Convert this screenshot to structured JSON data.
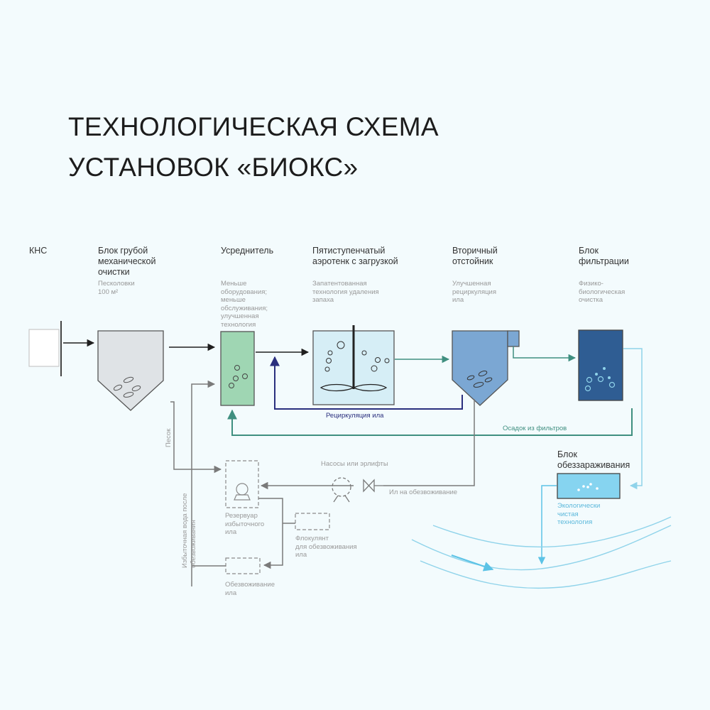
{
  "title": {
    "line1": "ТЕХНОЛОГИЧЕСКАЯ СХЕМА",
    "line2": "УСТАНОВОК «БИОКС»"
  },
  "stages": {
    "kns": {
      "label": "КНС"
    },
    "mech": {
      "label": "Блок грубой\nмеханической\nочистки",
      "note": "Песколовки\n100 м²"
    },
    "equalizer": {
      "label": "Усреднитель",
      "note": "Меньше\nоборудования;\nменьше\nобслуживания;\nулучшенная\nтехнология"
    },
    "aerotank": {
      "label": "Пятиступенчатый\nаэротенк с загрузкой",
      "note": "Запатентованная\nтехнология удаления\nзапаха"
    },
    "secondary": {
      "label": "Вторичный\nотстойник",
      "note": "Улучшенная\nрециркуляция\nила"
    },
    "filtration": {
      "label": "Блок\nфильтрации",
      "note": "Физико-\nбиологическая\nочистка"
    },
    "disinfection": {
      "label": "Блок\nобеззараживания",
      "note": "Экологически\nчистая\nтехнология"
    }
  },
  "flows": {
    "recirculation": "Рециркуляция ила",
    "filter_sediment": "Осадок из фильтров",
    "sand": "Песок",
    "pumps": "Насосы или эрлифты",
    "sludge_dewatering": "Ил на обезвоживание",
    "reservoir": "Резервуар\nизбыточного\nила",
    "flocculant": "Флокулянт\nдля обезвоживания\nила",
    "dewatering": "Обезвоживание\nила",
    "water_after": "Избыточная вода после\nобезвоживания"
  },
  "colors": {
    "black_flow": "#1f1f1f",
    "recirculation": "#2a2f7e",
    "green_flow": "#3f8f80",
    "gray_flow": "#7a7a7a",
    "light_blue": "#8fd3ea",
    "mech_fill": "#dfe3e6",
    "equalizer_fill": "#9fd6b3",
    "aerotank_fill": "#d6eef6",
    "secondary_fill": "#7ba7d3",
    "filtration_fill": "#2f5d93",
    "disinfection_fill": "#86d4f0"
  }
}
